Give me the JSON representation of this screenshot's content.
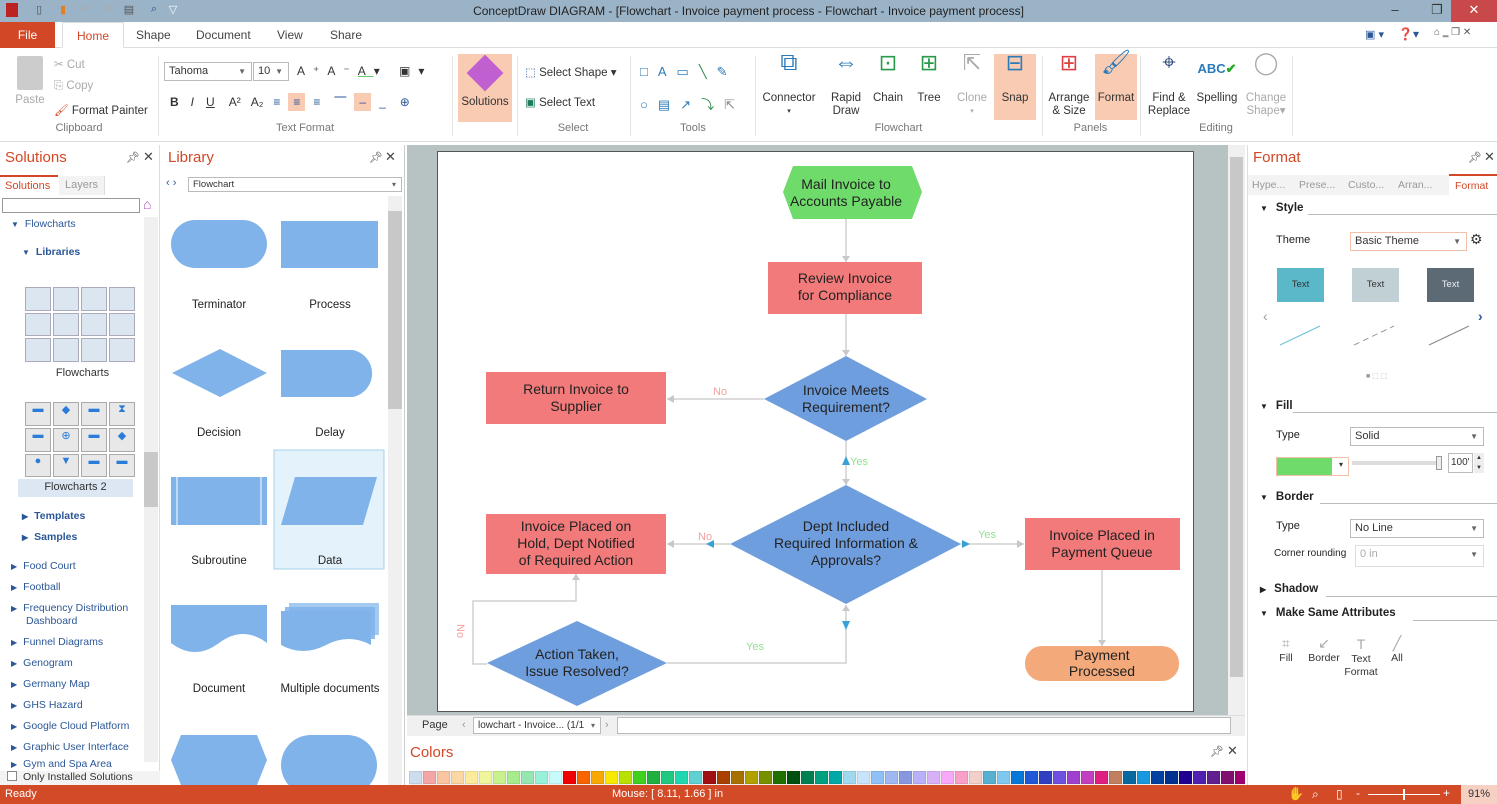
{
  "window": {
    "title": "ConceptDraw DIAGRAM - [Flowchart - Invoice payment process - Flowchart - Invoice payment process]"
  },
  "tabs": {
    "file": "File",
    "items": [
      "Home",
      "Shape",
      "Document",
      "View",
      "Share"
    ],
    "active": "Home"
  },
  "ribbon": {
    "clipboard": {
      "paste": "Paste",
      "cut": "Cut",
      "copy": "Copy",
      "format_painter": "Format Painter",
      "label": "Clipboard"
    },
    "text_format": {
      "font": "Tahoma",
      "size": "10",
      "label": "Text Format"
    },
    "solutions": {
      "label": "Solutions"
    },
    "select": {
      "select_shape": "Select Shape",
      "select_text": "Select Text",
      "label": "Select"
    },
    "tools": {
      "label": "Tools"
    },
    "flowchart": {
      "connector": "Connector",
      "rapid_draw": "Rapid\nDraw",
      "rapid": "Rapid",
      "draw": "Draw",
      "chain": "Chain",
      "tree": "Tree",
      "clone": "Clone",
      "snap": "Snap",
      "label": "Flowchart"
    },
    "panels": {
      "arrange1": "Arrange",
      "arrange2": "& Size",
      "format": "Format",
      "label": "Panels"
    },
    "editing": {
      "find1": "Find &",
      "find2": "Replace",
      "spelling": "Spelling",
      "change1": "Change",
      "change2": "Shape",
      "label": "Editing"
    }
  },
  "solutions_panel": {
    "title": "Solutions",
    "tabs": [
      "Solutions",
      "Layers"
    ],
    "search_value": "",
    "tree_top": "Flowcharts",
    "libraries": "Libraries",
    "lib1": "Flowcharts",
    "lib2": "Flowcharts 2",
    "templates": "Templates",
    "samples": "Samples",
    "items": [
      "Food Court",
      "Football",
      "Frequency Distribution Dashboard",
      "Funnel Diagrams",
      "Genogram",
      "Germany Map",
      "GHS Hazard",
      "Google Cloud Platform",
      "Graphic User Interface",
      "Gym and Spa Area"
    ],
    "only_installed": "Only Installed Solutions"
  },
  "library_panel": {
    "title": "Library",
    "selected": "Flowchart",
    "shapes": [
      "Terminator",
      "Process",
      "Decision",
      "Delay",
      "Subroutine",
      "Data",
      "Document",
      "Multiple documents"
    ]
  },
  "diagram": {
    "mail": [
      "Mail Invoice to",
      "Accounts Payable"
    ],
    "review": [
      "Review Invoice",
      "for Compliance"
    ],
    "meets": [
      "Invoice Meets",
      "Requirement?"
    ],
    "return": [
      "Return Invoice to",
      "Supplier"
    ],
    "dept": [
      "Dept Included",
      "Required Information &",
      "Approvals?"
    ],
    "hold": [
      "Invoice Placed on",
      "Hold, Dept Notified",
      "of Required Action"
    ],
    "queue": [
      "Invoice Placed in",
      "Payment Queue"
    ],
    "action": [
      "Action Taken,",
      "Issue Resolved?"
    ],
    "paid": [
      "Payment",
      "Processed"
    ],
    "yes": "Yes",
    "no": "No"
  },
  "page_bar": {
    "page_label": "Page",
    "page_select": "lowchart - Invoice... (1/1"
  },
  "colors_panel": {
    "title": "Colors",
    "swatches": [
      "#f4a6a6",
      "#f9c4a0",
      "#fbd7a3",
      "#fbeb9b",
      "#eef59b",
      "#c8f08c",
      "#a6ec8c",
      "#95e6b0",
      "#97f1da",
      "#c7fbfb",
      "#f00000",
      "#f86400",
      "#f8a800",
      "#f8e800",
      "#b8e000",
      "#40d020",
      "#20b040",
      "#20c880",
      "#20d8b0",
      "#60d0d0",
      "#a01010",
      "#a84000",
      "#a87000",
      "#b0a000",
      "#789000",
      "#207000",
      "#005010",
      "#008050",
      "#00a080",
      "#00a8a8",
      "#a0d8f0",
      "#c8e4fc",
      "#90c0f8",
      "#a0b8f0",
      "#8898e0",
      "#b8b0f8",
      "#d8b0f8",
      "#f8a8f8",
      "#f8a0c8",
      "#f0d0c8",
      "#58b0d0",
      "#80c8f0",
      "#0878d8",
      "#2058d8",
      "#3040c0",
      "#7050e0",
      "#a040d0",
      "#c040c0",
      "#e02080",
      "#c08060",
      "#0868a0",
      "#1898e0",
      "#0040a0",
      "#003090",
      "#200090",
      "#5020b0",
      "#602090",
      "#801070",
      "#a00070"
    ]
  },
  "format_panel": {
    "title": "Format",
    "tabs": [
      "Hype...",
      "Prese...",
      "Custo...",
      "Arran...",
      "Format"
    ],
    "style": "Style",
    "theme_label": "Theme",
    "theme": "Basic Theme",
    "theme_samples": [
      "Text",
      "Text",
      "Text"
    ],
    "fill": "Fill",
    "fill_type_label": "Type",
    "fill_type": "Solid",
    "fill_color": "#6fdb6a",
    "opacity": "100'",
    "border": "Border",
    "border_type_label": "Type",
    "border_type": "No Line",
    "corner_label": "Corner rounding",
    "corner": "0 in",
    "shadow": "Shadow",
    "msa": "Make Same Attributes",
    "msa_items": [
      "Fill",
      "Border",
      "Text",
      "Format",
      "All"
    ]
  },
  "status": {
    "ready": "Ready",
    "mouse": "Mouse: [ 8.11, 1.66 ] in",
    "zoom": "91%"
  }
}
